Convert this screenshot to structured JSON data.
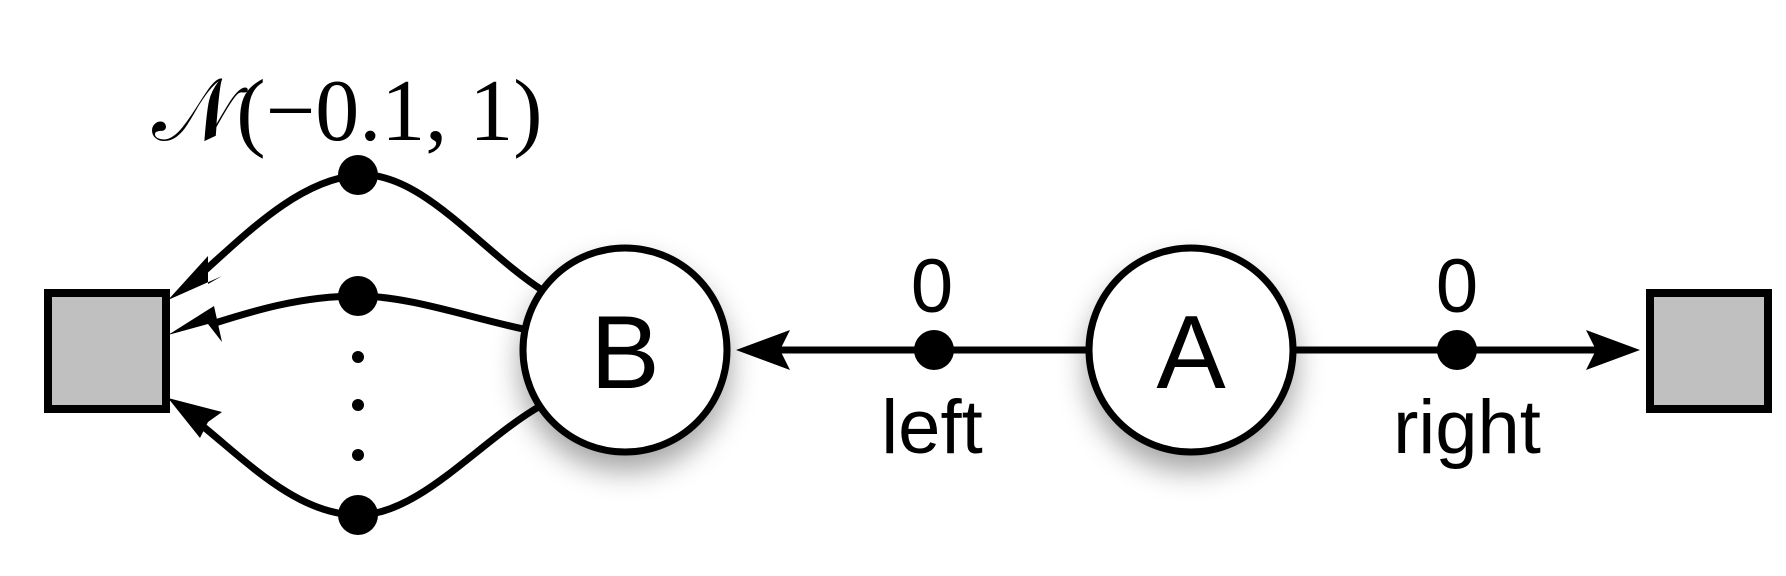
{
  "nodes": {
    "a": {
      "label": "A"
    },
    "b": {
      "label": "B"
    }
  },
  "edges": {
    "left": {
      "action": "left",
      "value": "0"
    },
    "right": {
      "action": "right",
      "value": "0"
    }
  },
  "b_outcomes": {
    "distribution": "𝒩(−0.1, 1)",
    "ellipsis": "⋮"
  },
  "colors": {
    "terminal_fill": "#c0c0c0",
    "stroke": "#000000",
    "node_fill": "#ffffff"
  }
}
